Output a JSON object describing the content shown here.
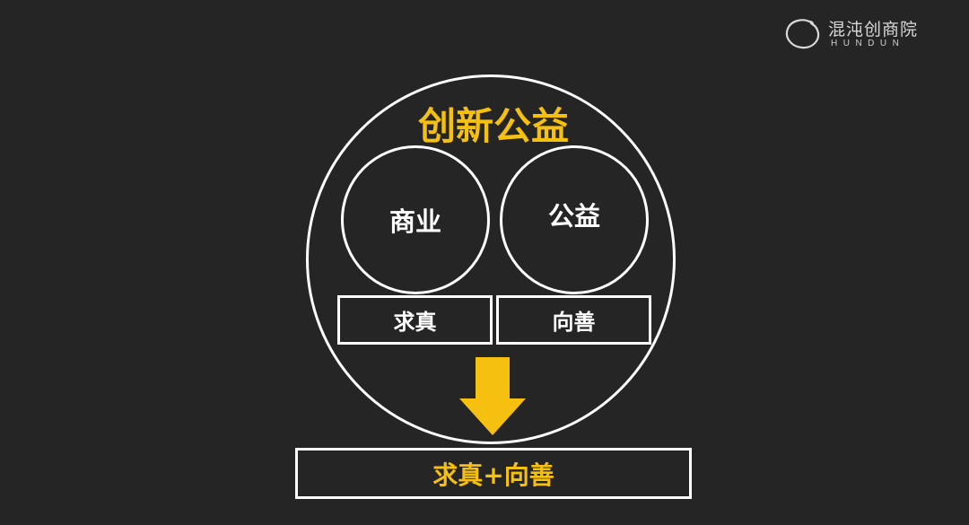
{
  "logo": {
    "name_cn": "混沌创商院",
    "name_en": "HUNDUN",
    "mark_icon": "enso-circle-icon"
  },
  "diagram": {
    "title": "创新公益",
    "circles": [
      {
        "label": "商业"
      },
      {
        "label": "公益"
      }
    ],
    "boxes": [
      {
        "label": "求真"
      },
      {
        "label": "向善"
      }
    ],
    "arrow_icon": "down-arrow-icon",
    "result": "求真+向善"
  },
  "colors": {
    "background": "#252525",
    "accent": "#f5c010",
    "stroke": "#ffffff",
    "text": "#ffffff"
  }
}
